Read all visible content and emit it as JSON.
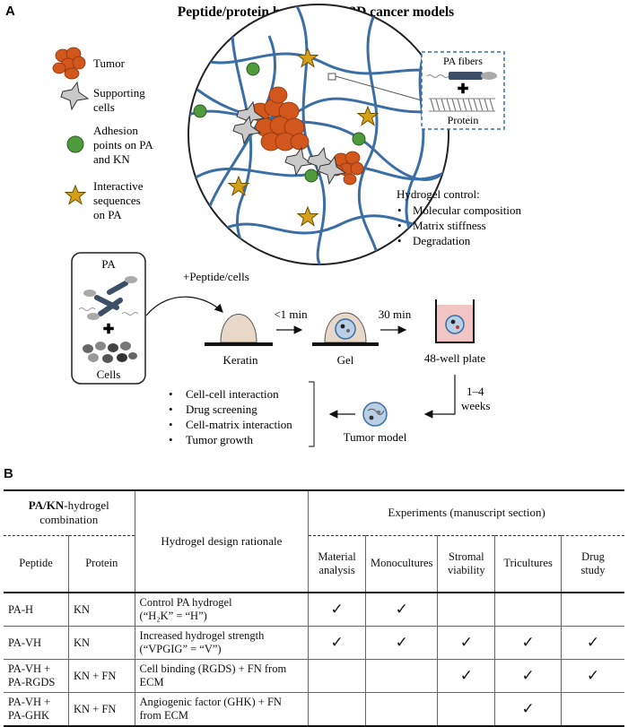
{
  "panel_a": {
    "label": "A",
    "title": "Peptide/protein hydrogel for 3D cancer models",
    "legend": [
      {
        "icon": "tumor-icon",
        "text_lines": [
          "Tumor"
        ]
      },
      {
        "icon": "supporting-cell-icon",
        "text_lines": [
          "Supporting",
          "cells"
        ]
      },
      {
        "icon": "adhesion-point-icon",
        "text_lines": [
          "Adhesion",
          "points on PA",
          "and KN"
        ]
      },
      {
        "icon": "star-icon",
        "text_lines": [
          "Interactive",
          "sequences",
          "on PA"
        ]
      }
    ],
    "inset": {
      "top_label": "PA fibers",
      "plus": "✚",
      "bottom_label": "Protein"
    },
    "hydrogel_control": {
      "title": "Hydrogel control:",
      "items": [
        "Molecular composition",
        "Matrix stiffness",
        "Degradation"
      ]
    },
    "process": {
      "pa_box_label": "PA",
      "plus": "✚",
      "cells_label": "Cells",
      "arrow_label": "+Peptide/cells",
      "keratin": "Keratin",
      "step1_time": "<1 min",
      "gel": "Gel",
      "step2_time": "30 min",
      "plate": "48-well plate",
      "step3_time_lines": [
        "1–4",
        "weeks"
      ],
      "tumor_model": "Tumor model",
      "outcomes": [
        "Cell-cell interaction",
        "Drug screening",
        "Cell-matrix interaction",
        "Tumor growth"
      ]
    },
    "colors": {
      "fiber": "#3a6ea5",
      "tumor": "#d2571c",
      "adhesion": "#4e9a3c",
      "star": "#d4a017",
      "keratin": "#e8d8c8",
      "plate_medium": "#f3c4c4"
    }
  },
  "panel_b": {
    "label": "B",
    "combo_header_bold": "PA/KN",
    "combo_header_rest": "-hydrogel",
    "combo_header_line2": "combination",
    "rationale_header": "Hydrogel design rationale",
    "experiments_header": "Experiments (manuscript section)",
    "col_peptide": "Peptide",
    "col_protein": "Protein",
    "exp_cols": [
      [
        "Material",
        "analysis"
      ],
      [
        "Monocultures"
      ],
      [
        "Stromal",
        "viability"
      ],
      [
        "Tricultures"
      ],
      [
        "Drug",
        "study"
      ]
    ],
    "check": "✓",
    "rows": [
      {
        "peptide": [
          "PA-H"
        ],
        "protein": "KN",
        "rationale": [
          "Control PA hydrogel",
          "(“H₂K” = “H”)"
        ],
        "checks": [
          true,
          true,
          false,
          false,
          false
        ]
      },
      {
        "peptide": [
          "PA-VH"
        ],
        "protein": "KN",
        "rationale": [
          "Increased hydrogel strength",
          "(“VPGIG” = “V”)"
        ],
        "checks": [
          true,
          true,
          true,
          true,
          true
        ]
      },
      {
        "peptide": [
          "PA-VH +",
          "PA-RGDS"
        ],
        "protein": "KN + FN",
        "rationale": [
          "Cell binding (RGDS) + FN from",
          "ECM"
        ],
        "checks": [
          false,
          false,
          true,
          true,
          true
        ]
      },
      {
        "peptide": [
          "PA-VH +",
          "PA-GHK"
        ],
        "protein": "KN + FN",
        "rationale": [
          "Angiogenic factor (GHK) + FN",
          "from ECM"
        ],
        "checks": [
          false,
          false,
          false,
          true,
          false
        ]
      }
    ]
  }
}
